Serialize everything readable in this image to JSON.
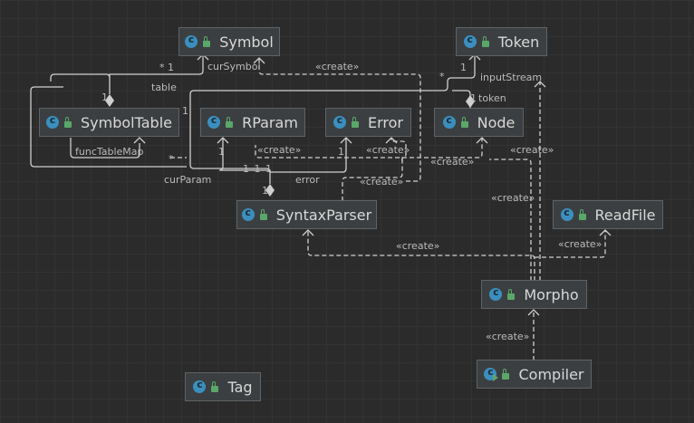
{
  "nodes": {
    "symbol": "Symbol",
    "token": "Token",
    "symboltable": "SymbolTable",
    "rparam": "RParam",
    "error": "Error",
    "node": "Node",
    "syntaxparser": "SyntaxParser",
    "readfile": "ReadFile",
    "morpho": "Morpho",
    "compiler": "Compiler",
    "tag": "Tag"
  },
  "labels": {
    "star1": "* 1",
    "curSymbol": "curSymbol",
    "create1": "«create»",
    "star": "*",
    "one_token": "1",
    "inputStream": "inputStream",
    "table": "table",
    "one_st": "1",
    "one_sym": "1",
    "one_token_left": "1",
    "token": "token",
    "funcTableMap": "funcTableMap",
    "one_rp": "1",
    "create_rp": "«create»",
    "one_err": "1",
    "create_err": "«create»",
    "create_node": "«create»",
    "star_mid": "*",
    "create_node2": "«create»",
    "curParam": "curParam",
    "ones": "1 1 1",
    "error": "error",
    "create_sp": "«create»",
    "one_sp": "1",
    "create_morpho_up": "«create»",
    "create_sp_bottom": "«create»",
    "create_rf": "«create»",
    "create_compiler": "«create»"
  },
  "colors": {
    "background": "#2b2b2b",
    "grid": "#333333",
    "node_fill": "#3c3f41",
    "edge": "#cfcfcf",
    "class_icon": "#3b8fbf",
    "lock_icon": "#59a869"
  }
}
